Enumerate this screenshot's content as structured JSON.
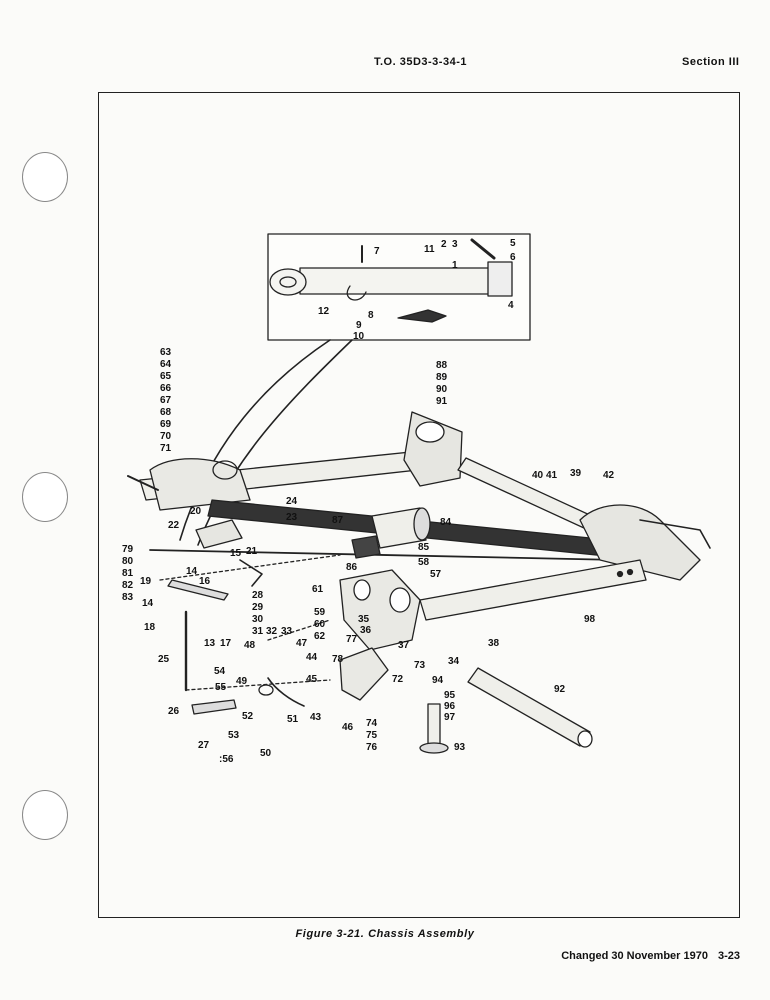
{
  "header": {
    "to_number": "T.O. 35D3-3-34-1",
    "section": "Section III"
  },
  "figure": {
    "caption": "Figure 3-21.  Chassis Assembly",
    "callouts": {
      "n1": "1",
      "n2": "2",
      "n3": "3",
      "n4": "4",
      "n5": "5",
      "n6": "6",
      "n7": "7",
      "n8": "8",
      "n9": "9",
      "n10": "10",
      "n11": "11",
      "n12": "12",
      "n13": "13",
      "n14a": "14",
      "n14b": "14",
      "n15": "15",
      "n16": "16",
      "n17": "17",
      "n18": "18",
      "n19": "19",
      "n20": "20",
      "n21": "21",
      "n22": "22",
      "n23": "23",
      "n24": "24",
      "n25": "25",
      "n26": "26",
      "n27": "27",
      "n28": "28",
      "n29": "29",
      "n30": "30",
      "n31": "31",
      "n32": "32",
      "n33": "33",
      "n34": "34",
      "n35": "35",
      "n36": "36",
      "n37": "37",
      "n38": "38",
      "n39": "39",
      "n40": "40",
      "n41": "41",
      "n42": "42",
      "n43": "43",
      "n44": "44",
      "n45": "45",
      "n46": "46",
      "n47": "47",
      "n48": "48",
      "n49": "49",
      "n50": "50",
      "n51": "51",
      "n52": "52",
      "n53": "53",
      "n54": "54",
      "n55": "55",
      "n56": ":56",
      "n57": "57",
      "n58": "58",
      "n59": "59",
      "n60": "60",
      "n61": "61",
      "n62": "62",
      "n63": "63",
      "n64": "64",
      "n65": "65",
      "n66": "66",
      "n67": "67",
      "n68": "68",
      "n69": "69",
      "n70": "70",
      "n71": "71",
      "n72": "72",
      "n73": "73",
      "n74": "74",
      "n75": "75",
      "n76": "76",
      "n77": "77",
      "n78": "78",
      "n79": "79",
      "n80": "80",
      "n81": "81",
      "n82": "82",
      "n83": "83",
      "n84": "84",
      "n85": "85",
      "n86": "86",
      "n87": "87",
      "n88": "88",
      "n89": "89",
      "n90": "90",
      "n91": "91",
      "n92": "92",
      "n93": "93",
      "n94": "94",
      "n95": "95",
      "n96": "96",
      "n97": "97",
      "n98": "98"
    }
  },
  "footer": {
    "change_note": "Changed 30 November 1970",
    "page_number": "3-23"
  }
}
